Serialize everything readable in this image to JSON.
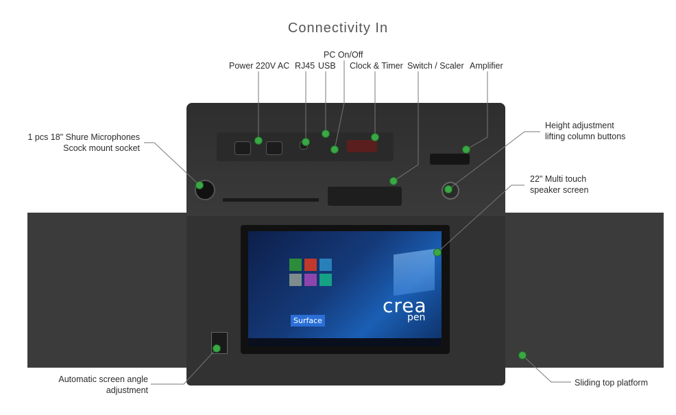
{
  "title": "Connectivity In",
  "labels": {
    "power": "Power 220V AC",
    "rj45": "RJ45",
    "pc_onoff": "PC On/Off",
    "usb": "USB",
    "clock": "Clock & Timer",
    "switch": "Switch / Scaler",
    "amplifier": "Amplifier",
    "mic_line1": "1 pcs 18\" Shure Microphones",
    "mic_line2": "Scock mount socket",
    "height_line1": "Height adjustment",
    "height_line2": "lifting column buttons",
    "screen_line1": "22\" Multi touch",
    "screen_line2": "speaker screen",
    "angle_line1": "Automatic screen angle",
    "angle_line2": "adjustment",
    "platform": "Sliding top platform"
  },
  "screen": {
    "brand_main": "crea",
    "brand_sub": "pen",
    "tile_text": "Surface"
  },
  "colors": {
    "marker": "#3aa845",
    "device": "#3a3a3a"
  }
}
